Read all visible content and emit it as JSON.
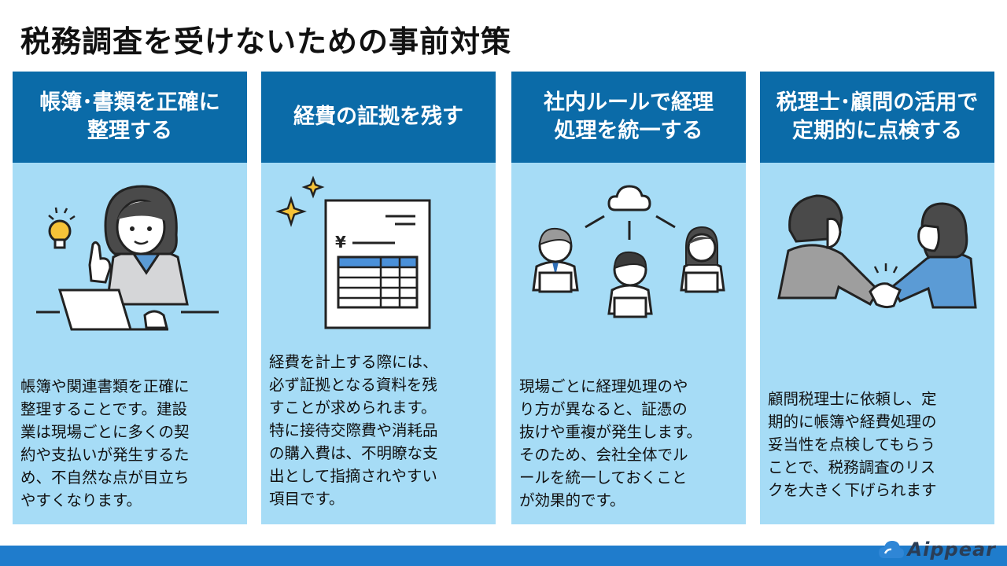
{
  "page": {
    "title": "税務調査を受けないための事前対策"
  },
  "cards": [
    {
      "heading": [
        "帳簿･書類を正確に",
        "整理する"
      ],
      "body": [
        "帳簿や関連書類を正確に",
        "整理することです。建設",
        "業は現場ごとに多くの契",
        "約や支払いが発生するた",
        "め、不自然な点が目立ち",
        "やすくなります。"
      ],
      "illustration": "woman-with-laptop-icon"
    },
    {
      "heading": [
        "経費の証拠を残す"
      ],
      "body": [
        "経費を計上する際には、",
        "必ず証拠となる資料を残",
        "すことが求められます。",
        "特に接待交際費や消耗品",
        "の購入費は、不明瞭な支",
        "出として指摘されやすい",
        "項目です。"
      ],
      "illustration": "receipt-document-icon",
      "receipt_symbol": "¥"
    },
    {
      "heading": [
        "社内ルールで経理",
        "処理を統一する"
      ],
      "body": [
        "現場ごとに経理処理のや",
        "り方が異なると、証憑の",
        "抜けや重複が発生します。",
        "そのため、会社全体でル",
        "ールを統一しておくこと",
        "が効果的です。"
      ],
      "illustration": "cloud-team-network-icon"
    },
    {
      "heading": [
        "税理士･顧問の活用で",
        "定期的に点検する"
      ],
      "body": [
        "顧問税理士に依頼し、定",
        "期的に帳簿や経費処理の",
        "妥当性を点検してもらう",
        "ことで、税務調査のリス",
        "クを大きく下げられます"
      ],
      "illustration": "handshake-icon"
    }
  ],
  "brand": {
    "logo_text": "Aippear"
  },
  "colors": {
    "card_header": "#0b6ba8",
    "card_background": "#a6dcf6",
    "footer_bar": "#1f7ccc",
    "logo_cloud": "#2f86d6"
  }
}
